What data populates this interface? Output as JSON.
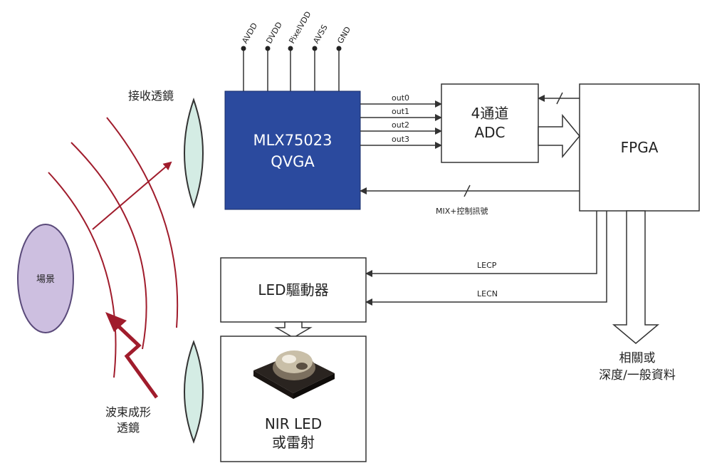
{
  "power_pins": [
    "AVDD",
    "DVDD",
    "PixelVDD",
    "AVSS",
    "GND"
  ],
  "outputs": [
    "out0",
    "out1",
    "out2",
    "out3"
  ],
  "sensor": {
    "line1": "MLX75023",
    "line2": "QVGA"
  },
  "adc": {
    "line1": "4通道",
    "line2": "ADC"
  },
  "fpga": {
    "label": "FPGA"
  },
  "led_driver": {
    "label": "LED驅動器"
  },
  "nir": {
    "line1": "NIR LED",
    "line2": "或雷射"
  },
  "scene": {
    "label": "場景"
  },
  "receive_lens": {
    "label": "接收透鏡"
  },
  "beam_lens": {
    "line1": "波束成形",
    "line2": "透鏡"
  },
  "signals": {
    "mix": "MIX+控制訊號",
    "lecp": "LECP",
    "lecn": "LECN"
  },
  "result": {
    "line1": "相關或",
    "line2": "深度/一般資料"
  },
  "colors": {
    "sensor_fill": "#2b4a9e",
    "lens_fill": "#d4ece4",
    "scene_fill": "#cdbfe0",
    "wave_red": "#a01c2c"
  }
}
